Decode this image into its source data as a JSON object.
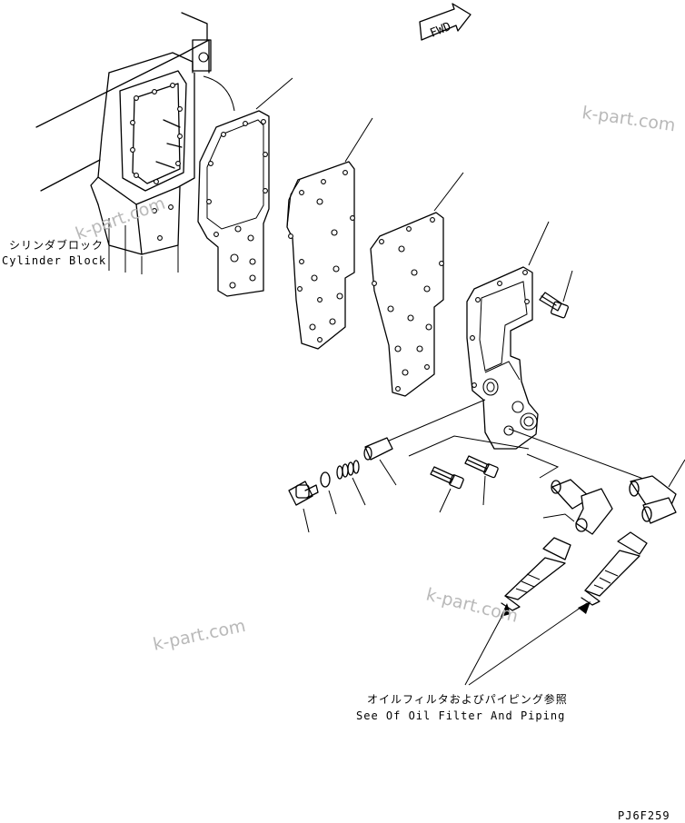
{
  "direction_arrow": {
    "label": "FWD"
  },
  "labels": {
    "cylinder_block_jp": "シリンダブロック",
    "cylinder_block_en": "Cylinder Block",
    "oil_filter_jp": "オイルフィルタおよびパイピング参照",
    "oil_filter_en": "See Of Oil Filter And Piping"
  },
  "drawing_code": "PJ6F259",
  "watermarks": [
    "k-part.com",
    "k-part.com",
    "k-part.com",
    "k-part.com"
  ],
  "colors": {
    "line": "#000000",
    "watermark": "#b9b9b9",
    "background": "#ffffff"
  }
}
